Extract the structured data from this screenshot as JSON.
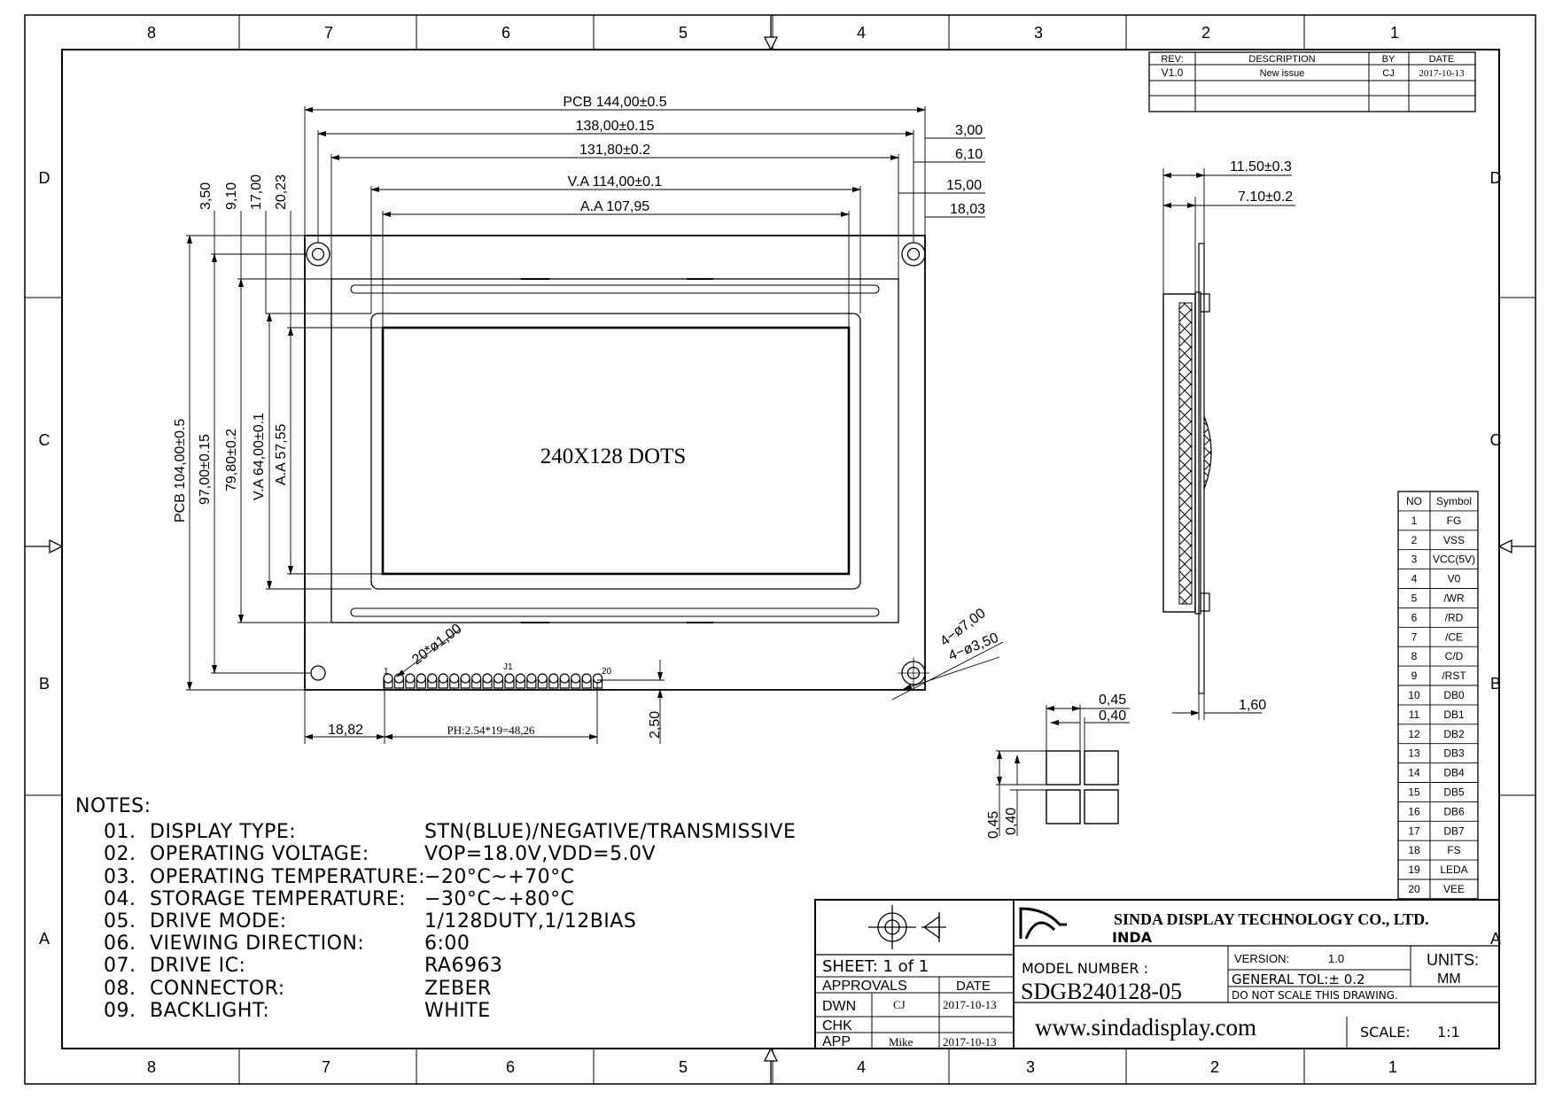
{
  "border": {
    "cols_top": [
      "8",
      "7",
      "6",
      "5",
      "4",
      "3",
      "2",
      "1"
    ],
    "cols_bottom": [
      "8",
      "7",
      "6",
      "5",
      "4",
      "3",
      "2",
      "1"
    ],
    "rows": [
      "D",
      "C",
      "B",
      "A"
    ]
  },
  "revision": {
    "headers": [
      "REV:",
      "DESCRIPTION",
      "BY",
      "DATE"
    ],
    "row": [
      "V1.0",
      "New issue",
      "CJ",
      "2017-10-13"
    ]
  },
  "front_view": {
    "display_text": "240X128 DOTS",
    "connector_label": "J1",
    "pin_first": "1",
    "pin_last": "20",
    "dims_h": {
      "pcb": "PCB 144,00±0.5",
      "d138": "138,00±0.15",
      "d131": "131,80±0.2",
      "va": "V.A 114,00±0.1",
      "aa": "A.A 107,95",
      "r300": "3,00",
      "r610": "6,10",
      "r1500": "15,00",
      "r1803": "18,03",
      "pin_offset": "18,82",
      "pitch": "PH:2.54*19=48,26",
      "pin_h": "2,50"
    },
    "dims_v": {
      "v350": "3,50",
      "v910": "9,10",
      "v1700": "17,00",
      "v2023": "20,23",
      "pcb": "PCB 104,00±0.5",
      "d97": "97,00±0.15",
      "d798": "79,80±0.2",
      "va": "V.A 64,00±0.1",
      "aa": "A.A 57,55"
    },
    "holes": {
      "pins": "20*ø1,00",
      "outer": "4−ø7,00",
      "inner": "4−ø3,50"
    }
  },
  "side_view": {
    "d1": "11.50±0.3",
    "d2": "7.10±0.2",
    "d3": "1,60"
  },
  "pixel_detail": {
    "h1": "0,45",
    "h2": "0,40",
    "v1": "0,45",
    "v2": "0,40"
  },
  "pins": {
    "headers": [
      "NO",
      "Symbol"
    ],
    "rows": [
      [
        "1",
        "FG"
      ],
      [
        "2",
        "VSS"
      ],
      [
        "3",
        "VCC(5V)"
      ],
      [
        "4",
        "V0"
      ],
      [
        "5",
        "/WR"
      ],
      [
        "6",
        "/RD"
      ],
      [
        "7",
        "/CE"
      ],
      [
        "8",
        "C/D"
      ],
      [
        "9",
        "/RST"
      ],
      [
        "10",
        "DB0"
      ],
      [
        "11",
        "DB1"
      ],
      [
        "12",
        "DB2"
      ],
      [
        "13",
        "DB3"
      ],
      [
        "14",
        "DB4"
      ],
      [
        "15",
        "DB5"
      ],
      [
        "16",
        "DB6"
      ],
      [
        "17",
        "DB7"
      ],
      [
        "18",
        "FS"
      ],
      [
        "19",
        "LEDA"
      ],
      [
        "20",
        "VEE"
      ]
    ]
  },
  "notes": {
    "title": "NOTES:",
    "items": [
      {
        "num": "01.",
        "label": "DISPLAY TYPE:",
        "value": "STN(BLUE)/NEGATIVE/TRANSMISSIVE"
      },
      {
        "num": "02.",
        "label": "OPERATING VOLTAGE:",
        "value": "VOP=18.0V,VDD=5.0V"
      },
      {
        "num": "03.",
        "label": "OPERATING TEMPERATURE:",
        "value": "−20°C~+70°C"
      },
      {
        "num": "04.",
        "label": "STORAGE TEMPERATURE:",
        "value": "−30°C~+80°C"
      },
      {
        "num": "05.",
        "label": "DRIVE MODE:",
        "value": "1/128DUTY,1/12BIAS"
      },
      {
        "num": "06.",
        "label": "VIEWING DIRECTION:",
        "value": "6:00"
      },
      {
        "num": "07.",
        "label": "DRIVE IC:",
        "value": "RA6963"
      },
      {
        "num": "08.",
        "label": "CONNECTOR:",
        "value": "ZEBER"
      },
      {
        "num": "09.",
        "label": "BACKLIGHT:",
        "value": "WHITE"
      }
    ]
  },
  "title_block": {
    "logo_text": "INDA",
    "company": "SINDA DISPLAY TECHNOLOGY CO., LTD.",
    "sheet": "SHEET:  1  of  1",
    "approvals": "APPROVALS",
    "date": "DATE",
    "dwn": "DWN",
    "dwn_by": "CJ",
    "dwn_date": "2017-10-13",
    "chk": "CHK",
    "app": "APP",
    "app_by": "Mike",
    "app_date": "2017-10-13",
    "model_label": "MODEL NUMBER :",
    "model": "SDGB240128-05",
    "version_label": "VERSION:",
    "version": "1.0",
    "units_label": "UNITS:",
    "units": "MM",
    "tol": "GENERAL TOL:± 0.2",
    "noscale": "DO NOT SCALE THIS DRAWING.",
    "website": "www.sindadisplay.com",
    "scale_label": "SCALE:",
    "scale": "1:1"
  }
}
